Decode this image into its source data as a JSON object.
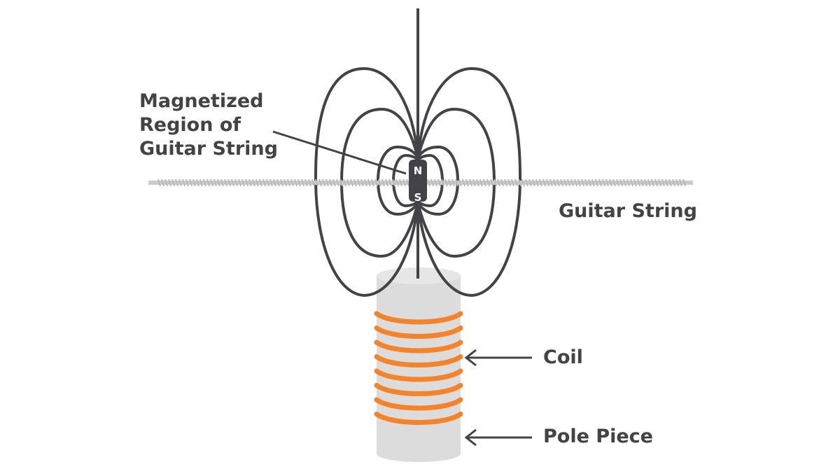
{
  "labels": {
    "magnetized_line1": "Magnetized",
    "magnetized_line2": "Region of",
    "magnetized_line3": "Guitar String",
    "guitar_string": "Guitar String",
    "coil": "Coil",
    "pole_piece": "Pole Piece"
  },
  "poles": {
    "north": "N",
    "south": "S"
  },
  "colors": {
    "text": "#434347",
    "field_lines": "#434347",
    "string": "#c8c8c8",
    "pole_piece": "#dcdcdc",
    "coil": "#f5832a"
  }
}
